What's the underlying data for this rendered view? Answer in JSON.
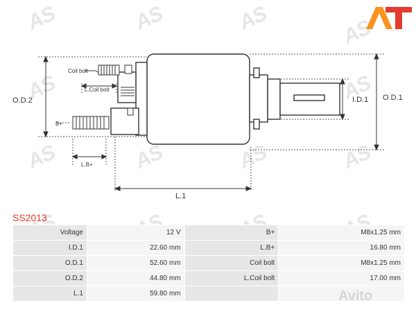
{
  "brand_letters": "AT",
  "watermark_text": "AS",
  "avito_text": "Avito",
  "diagram": {
    "labels": {
      "coil_bolt": "Coil bolt",
      "l_coil_bolt": "L.Coil bolt",
      "b_plus": "B+",
      "lb_plus": "L.B+",
      "od2": "O.D.2",
      "id1": "I.D.1",
      "od1": "O.D.1",
      "l1": "L.1"
    }
  },
  "part_code": "SS2013",
  "specs": [
    {
      "label": "Voltage",
      "value": "12 V",
      "label2": "B+",
      "value2": "M8x1.25 mm"
    },
    {
      "label": "I.D.1",
      "value": "22.60 mm",
      "label2": "L.B+",
      "value2": "16.80 mm"
    },
    {
      "label": "O.D.1",
      "value": "52.60 mm",
      "label2": "Coil bolt",
      "value2": "M8x1.25 mm"
    },
    {
      "label": "O.D.2",
      "value": "44.80 mm",
      "label2": "L.Coil bolt",
      "value2": "17.00 mm"
    },
    {
      "label": "L.1",
      "value": "59.80 mm",
      "label2": "",
      "value2": ""
    }
  ],
  "colors": {
    "brand_orange": "#f7931e",
    "brand_red": "#e33b2d",
    "part_code": "#e33b2d",
    "label_cell": "#e7e7e7",
    "value_cell": "#f5f5f5"
  }
}
